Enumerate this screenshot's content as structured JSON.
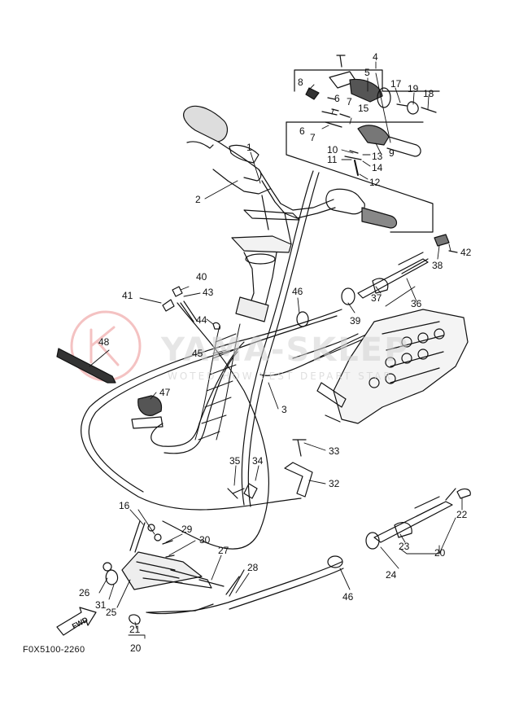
{
  "diagram": {
    "code": "F0X5100-2260",
    "fwd_label": "FWD",
    "watermark": {
      "text": "YAMA-SKLEP",
      "tagline": "WOTED HOW VEST DEPART STAR"
    },
    "callouts": [
      {
        "id": "c1",
        "text": "1"
      },
      {
        "id": "c2",
        "text": "2"
      },
      {
        "id": "c3",
        "text": "3"
      },
      {
        "id": "c4",
        "text": "4"
      },
      {
        "id": "c5",
        "text": "5"
      },
      {
        "id": "c6a",
        "text": "6"
      },
      {
        "id": "c6b",
        "text": "6"
      },
      {
        "id": "c7a",
        "text": "7"
      },
      {
        "id": "c7b",
        "text": "7"
      },
      {
        "id": "c8",
        "text": "8"
      },
      {
        "id": "c9",
        "text": "9"
      },
      {
        "id": "c10",
        "text": "10"
      },
      {
        "id": "c11",
        "text": "11"
      },
      {
        "id": "c12",
        "text": "12"
      },
      {
        "id": "c13",
        "text": "13"
      },
      {
        "id": "c14",
        "text": "14"
      },
      {
        "id": "c15",
        "text": "15"
      },
      {
        "id": "c16",
        "text": "16"
      },
      {
        "id": "c17",
        "text": "17"
      },
      {
        "id": "c18",
        "text": "18"
      },
      {
        "id": "c19",
        "text": "19"
      },
      {
        "id": "c20a",
        "text": "20"
      },
      {
        "id": "c20b",
        "text": "20"
      },
      {
        "id": "c21",
        "text": "21"
      },
      {
        "id": "c22",
        "text": "22"
      },
      {
        "id": "c23",
        "text": "23"
      },
      {
        "id": "c24",
        "text": "24"
      },
      {
        "id": "c25",
        "text": "25"
      },
      {
        "id": "c26",
        "text": "26"
      },
      {
        "id": "c27",
        "text": "27"
      },
      {
        "id": "c28",
        "text": "28"
      },
      {
        "id": "c29",
        "text": "29"
      },
      {
        "id": "c30",
        "text": "30"
      },
      {
        "id": "c31",
        "text": "31"
      },
      {
        "id": "c32",
        "text": "32"
      },
      {
        "id": "c33",
        "text": "33"
      },
      {
        "id": "c34",
        "text": "34"
      },
      {
        "id": "c35",
        "text": "35"
      },
      {
        "id": "c36",
        "text": "36"
      },
      {
        "id": "c37",
        "text": "37"
      },
      {
        "id": "c38",
        "text": "38"
      },
      {
        "id": "c39",
        "text": "39"
      },
      {
        "id": "c40",
        "text": "40"
      },
      {
        "id": "c41",
        "text": "41"
      },
      {
        "id": "c42",
        "text": "42"
      },
      {
        "id": "c43",
        "text": "43"
      },
      {
        "id": "c44",
        "text": "44"
      },
      {
        "id": "c45",
        "text": "45"
      },
      {
        "id": "c46a",
        "text": "46"
      },
      {
        "id": "c46b",
        "text": "46"
      },
      {
        "id": "c47",
        "text": "47"
      },
      {
        "id": "c48",
        "text": "48"
      }
    ]
  }
}
